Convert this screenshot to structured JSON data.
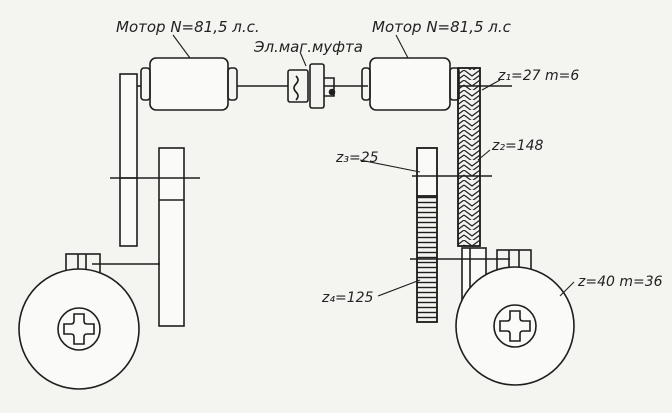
{
  "labels": {
    "motor_left": "Мотор N=81,5 л.с.",
    "motor_right": "Мотор N=81,5 л.с",
    "clutch": "Эл.маг.муфта",
    "z1": "z₁=27  m=6",
    "z2": "z₂=148",
    "z3": "z₃=25",
    "z4": "z₄=125",
    "z_roll": "z=40  m=36"
  },
  "colors": {
    "ink": "#1e1e1e",
    "paper": "#f4f4f1"
  },
  "icons": [
    "cross-coupling-icon"
  ]
}
